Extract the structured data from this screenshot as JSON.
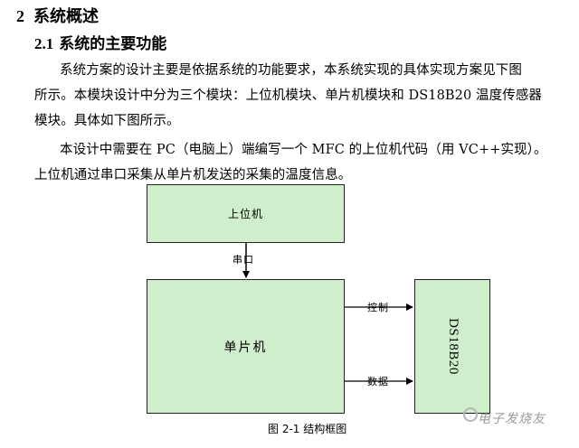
{
  "section": {
    "number": "2",
    "title": "系统概述"
  },
  "subsection": {
    "number": "2.1",
    "title": "系统的主要功能"
  },
  "paragraphs": {
    "line1": "系统方案的设计主要是依据系统的功能要求，本系统实现的具体实现方案见下图",
    "line2": "所示。本模块设计中分为三个模块：上位机模块、单片机模块和 DS18B20 温度传感器",
    "line3": "模块。具体如下图所示。",
    "line4": "本设计中需要在 PC（电脑上）端编写一个 MFC 的上位机代码（用 VC++实现）。",
    "line5": "上位机通过串口采集从单片机发送的采集的温度信息。"
  },
  "diagram": {
    "upper_box": "上位机",
    "serial_label": "串口",
    "mcu_box": "单片机",
    "sensor_box": "DS18B20",
    "control_label": "控制",
    "data_label": "数据",
    "caption": "图 2-1 结构框图",
    "box_fill": "#cfeecb"
  },
  "watermark": {
    "text": "电子发烧友",
    "icon": "watermark-logo-icon"
  }
}
